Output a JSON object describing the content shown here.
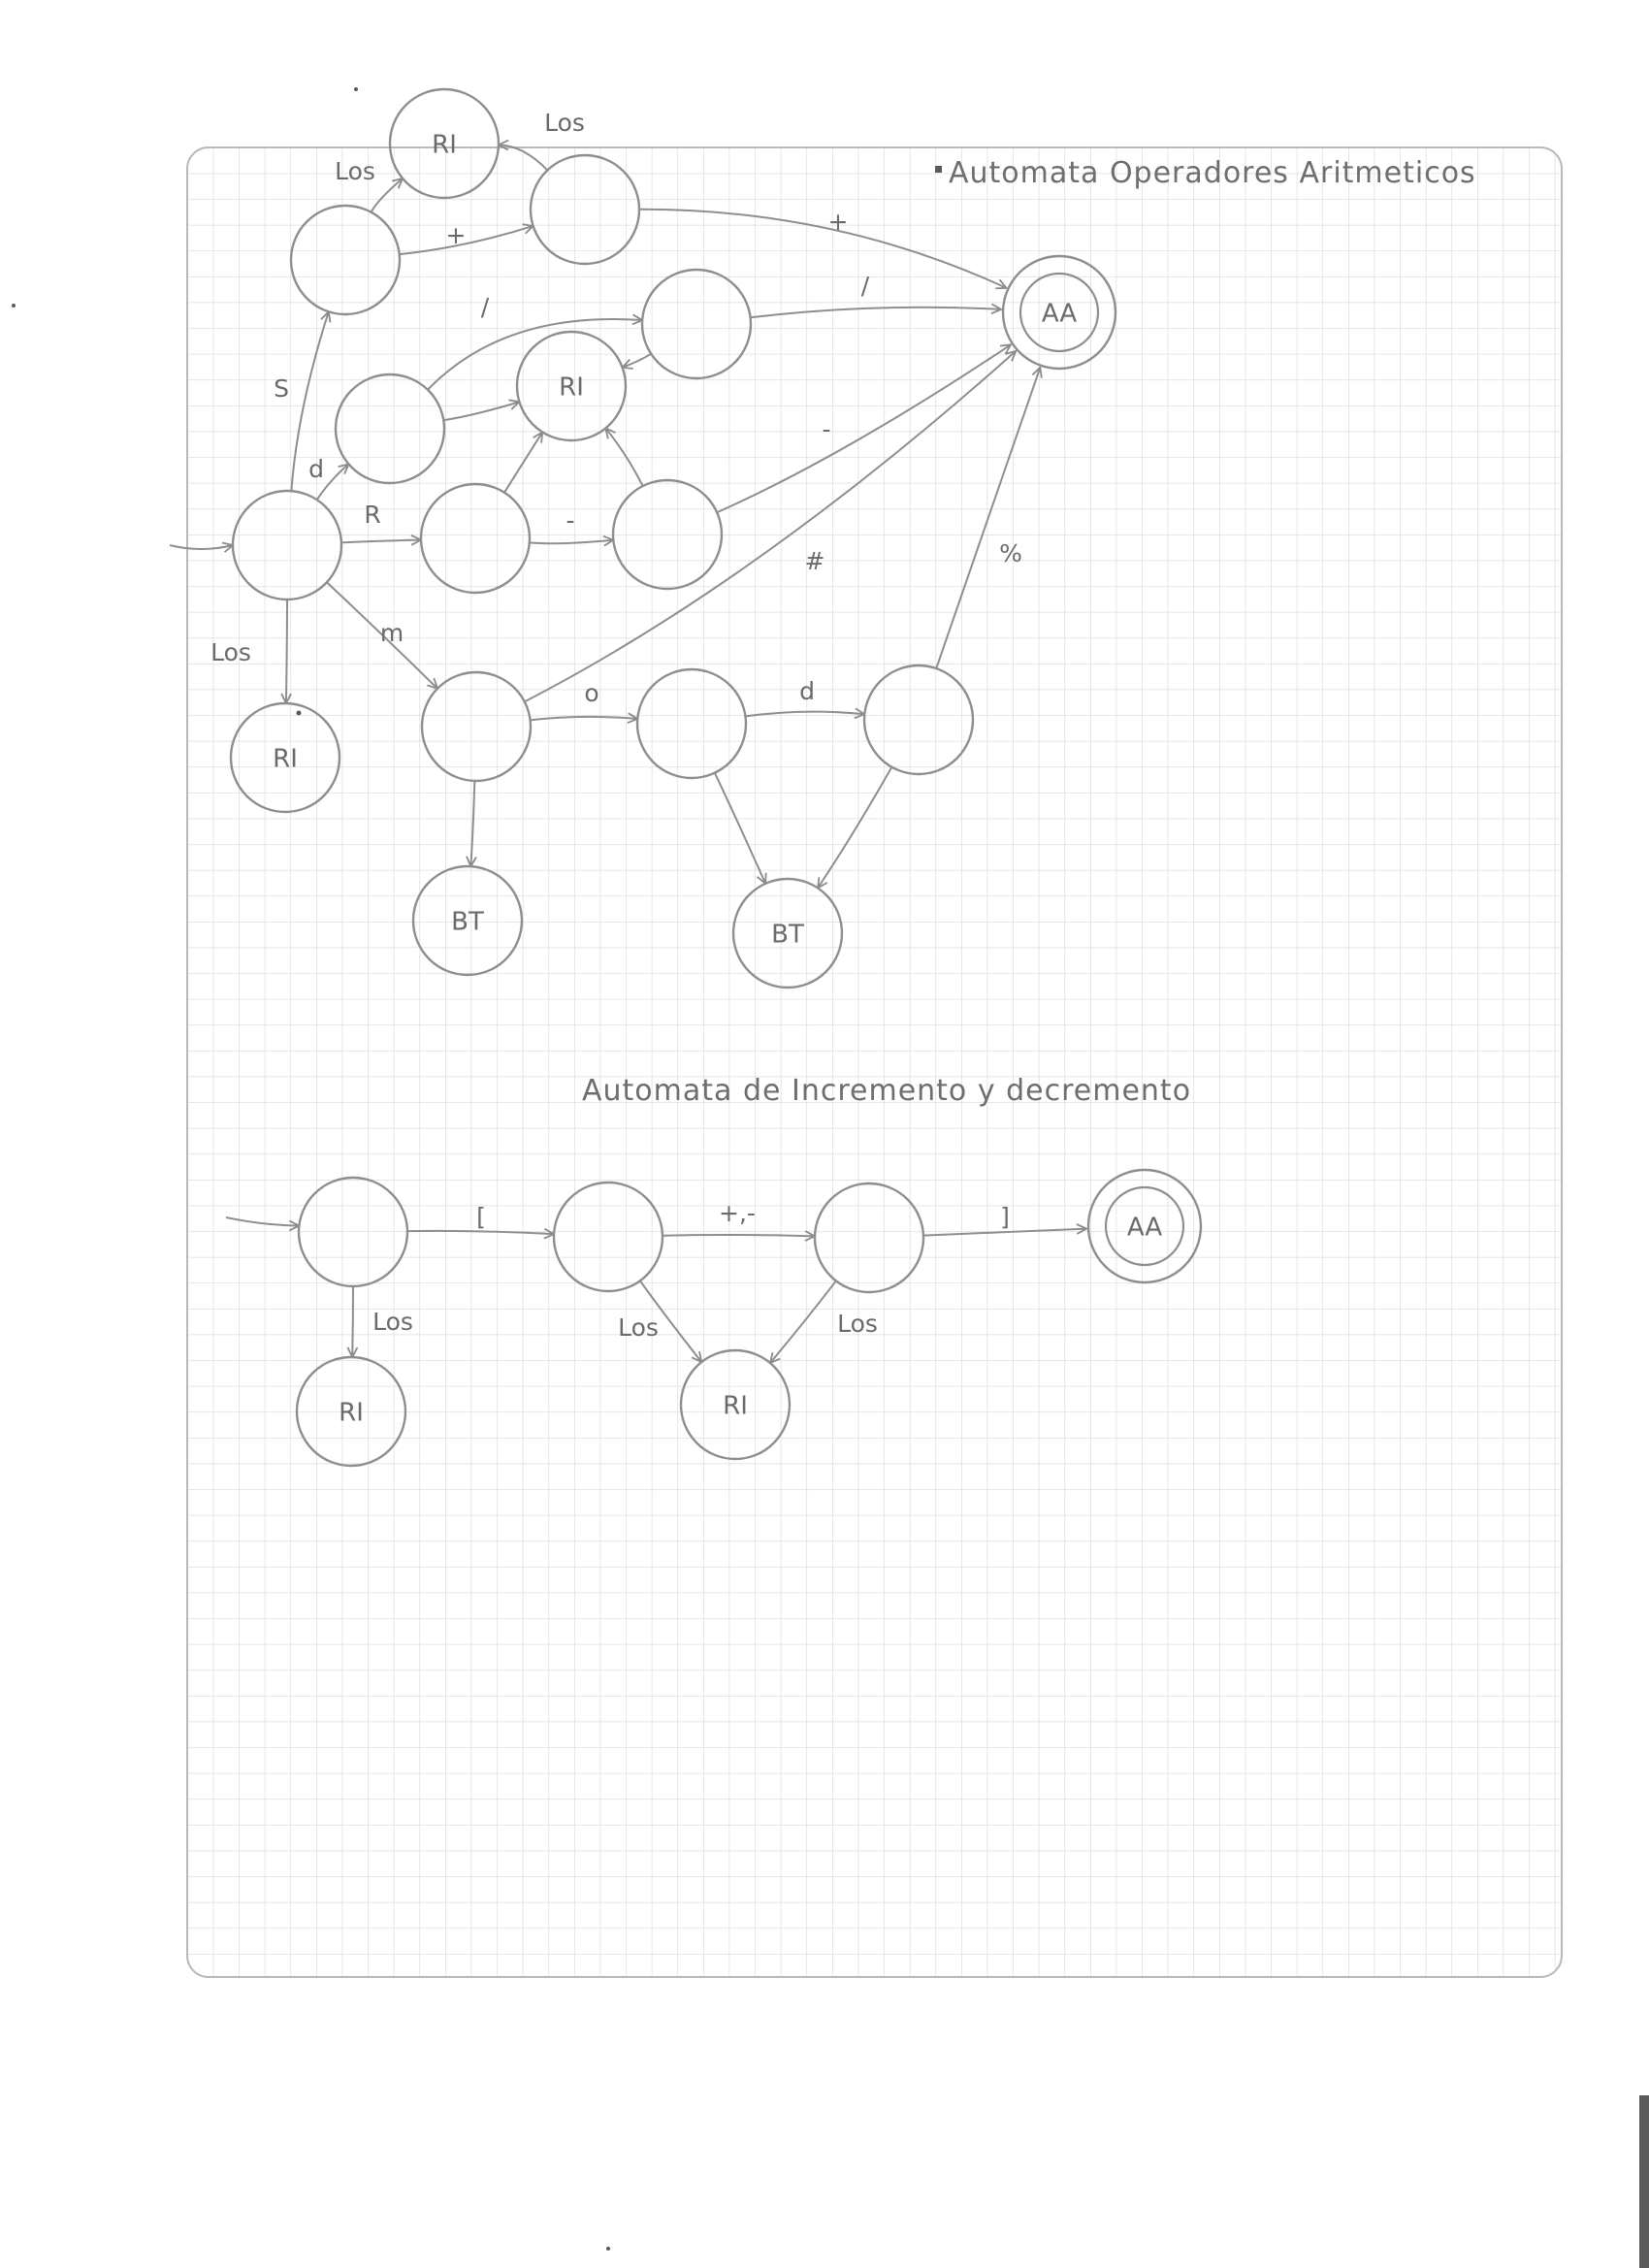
{
  "titles": {
    "top": "Automata Operadores Aritmeticos",
    "bottom": "Automata de Incremento y decremento"
  },
  "diagram1": {
    "states": [
      {
        "id": "s0",
        "label": ""
      },
      {
        "id": "sS",
        "label": ""
      },
      {
        "id": "riTop",
        "label": "RI"
      },
      {
        "id": "sPlus",
        "label": ""
      },
      {
        "id": "sD",
        "label": ""
      },
      {
        "id": "sDiv",
        "label": ""
      },
      {
        "id": "riMid",
        "label": "RI"
      },
      {
        "id": "aa1",
        "label": "AA"
      },
      {
        "id": "sR",
        "label": ""
      },
      {
        "id": "sMinus",
        "label": ""
      },
      {
        "id": "riLeft",
        "label": "RI"
      },
      {
        "id": "sM",
        "label": ""
      },
      {
        "id": "sO",
        "label": ""
      },
      {
        "id": "sMd",
        "label": ""
      },
      {
        "id": "bt1",
        "label": "BT"
      },
      {
        "id": "bt2",
        "label": "BT"
      }
    ],
    "edges": [
      {
        "from": "start",
        "to": "s0",
        "label": ""
      },
      {
        "from": "s0",
        "to": "sS",
        "label": "S"
      },
      {
        "from": "sS",
        "to": "riTop",
        "label": "Los"
      },
      {
        "from": "sPlus",
        "to": "riTop",
        "label": "Los"
      },
      {
        "from": "sS",
        "to": "sPlus",
        "label": "+"
      },
      {
        "from": "sPlus",
        "to": "aa1",
        "label": "+"
      },
      {
        "from": "s0",
        "to": "sD",
        "label": "d"
      },
      {
        "from": "sD",
        "to": "sDiv",
        "label": "/"
      },
      {
        "from": "sDiv",
        "to": "aa1",
        "label": "/"
      },
      {
        "from": "sD",
        "to": "riMid",
        "label": ""
      },
      {
        "from": "sDiv",
        "to": "riMid",
        "label": ""
      },
      {
        "from": "sR",
        "to": "riMid",
        "label": ""
      },
      {
        "from": "sMinus",
        "to": "riMid",
        "label": ""
      },
      {
        "from": "s0",
        "to": "sR",
        "label": "R"
      },
      {
        "from": "sR",
        "to": "sMinus",
        "label": "-"
      },
      {
        "from": "sMinus",
        "to": "aa1",
        "label": "-"
      },
      {
        "from": "s0",
        "to": "riLeft",
        "label": "Los"
      },
      {
        "from": "s0",
        "to": "sM",
        "label": "m"
      },
      {
        "from": "sM",
        "to": "aa1",
        "label": "#"
      },
      {
        "from": "sM",
        "to": "sO",
        "label": "o"
      },
      {
        "from": "sO",
        "to": "sMd",
        "label": "d"
      },
      {
        "from": "sMd",
        "to": "aa1",
        "label": "%"
      },
      {
        "from": "sM",
        "to": "bt1",
        "label": ""
      },
      {
        "from": "sO",
        "to": "bt2",
        "label": ""
      },
      {
        "from": "sMd",
        "to": "bt2",
        "label": ""
      }
    ]
  },
  "diagram2": {
    "states": [
      {
        "id": "q0",
        "label": ""
      },
      {
        "id": "q1",
        "label": ""
      },
      {
        "id": "q2",
        "label": ""
      },
      {
        "id": "aa2",
        "label": "AA"
      },
      {
        "id": "ri2a",
        "label": "RI"
      },
      {
        "id": "ri2b",
        "label": "RI"
      }
    ],
    "edges": [
      {
        "from": "start",
        "to": "q0",
        "label": ""
      },
      {
        "from": "q0",
        "to": "q1",
        "label": "["
      },
      {
        "from": "q1",
        "to": "q2",
        "label": "+,-"
      },
      {
        "from": "q2",
        "to": "aa2",
        "label": "]"
      },
      {
        "from": "q0",
        "to": "ri2a",
        "label": "Los"
      },
      {
        "from": "q1",
        "to": "ri2b",
        "label": "Los"
      },
      {
        "from": "q2",
        "to": "ri2b",
        "label": "Los"
      }
    ]
  }
}
